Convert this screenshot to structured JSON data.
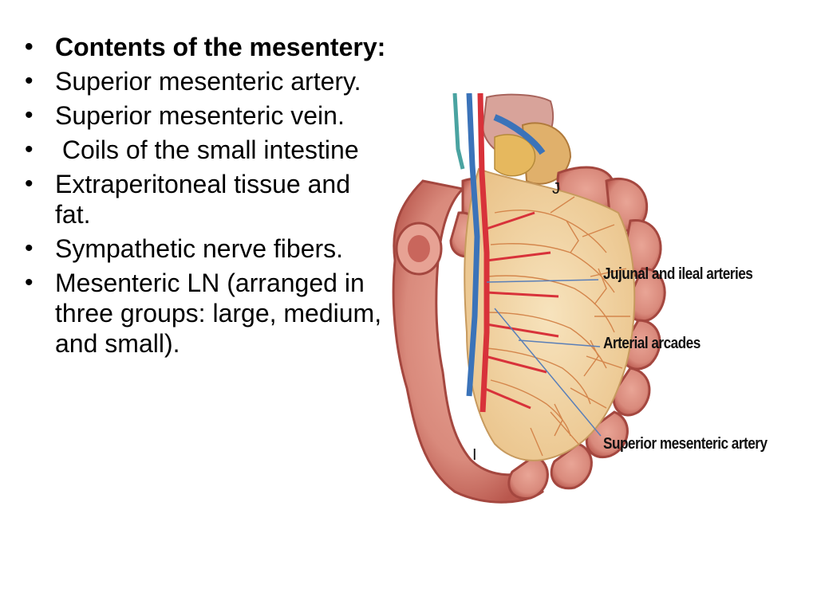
{
  "bullets": [
    {
      "text": "Contents of the mesentery:",
      "bold": true
    },
    {
      "text": "Superior mesenteric artery.",
      "bold": false
    },
    {
      "text": "Superior mesenteric vein.",
      "bold": false
    },
    {
      "text": " Coils of the small intestine",
      "bold": false
    },
    {
      "text": "Extraperitoneal tissue and fat.",
      "bold": false
    },
    {
      "text": "Sympathetic nerve fibers.",
      "bold": false
    },
    {
      "text": "Mesenteric LN (arranged in three groups: large, medium, and small).",
      "bold": false
    }
  ],
  "bullet_glyph": "•",
  "figure": {
    "labels": {
      "jejunal": "Jujunal and  ileal arteries",
      "arcades": "Arterial arcades",
      "sma": "Superior mesenteric artery"
    },
    "letters": {
      "j": "J",
      "i": "I"
    }
  },
  "colors": {
    "intestine": "#d98a7c",
    "intestine_dark": "#b9574d",
    "mesentery": "#f3d7a6",
    "artery": "#d8323a",
    "vein": "#3b73b9",
    "leader_line": "#5a7fb8"
  }
}
